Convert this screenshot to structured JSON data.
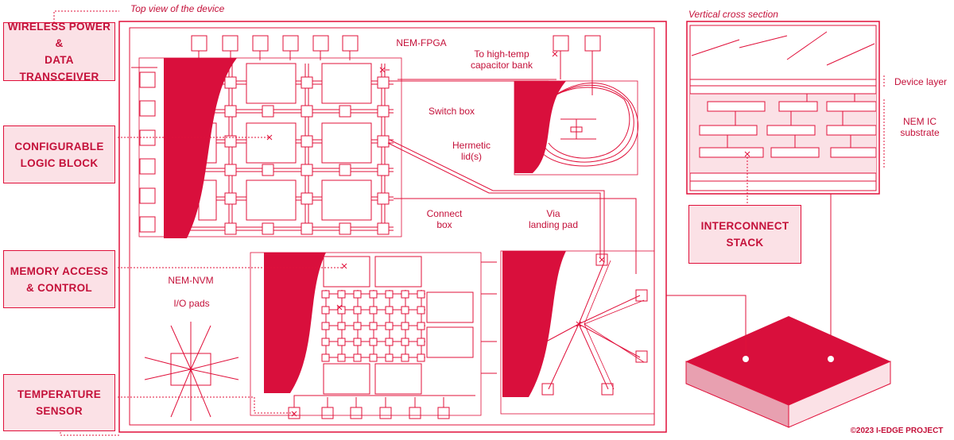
{
  "captions": {
    "top_view": "Top view of the device",
    "cross_section": "Vertical cross section"
  },
  "boxes": {
    "wireless": "WIRELESS POWER &\nDATA TRANSCEIVER",
    "clb": "CONFIGURABLE\nLOGIC BLOCK",
    "memory": "MEMORY ACCESS\n& CONTROL",
    "temperature": "TEMPERATURE\nSENSOR",
    "interconnect": "INTERCONNECT\nSTACK"
  },
  "labels": {
    "nem_fpga": "NEM-FPGA",
    "capacitor": "To high-temp\ncapacitor bank",
    "switch_box": "Switch box",
    "hermetic": "Hermetic\nlid(s)",
    "connect_box": "Connect\nbox",
    "via": "Via\nlanding pad",
    "nem_nvm": "NEM-NVM",
    "io_pads": "I/O pads",
    "device_layer": "Device layer",
    "nem_ic": "NEM IC\nsubstrate"
  },
  "copyright": "©2023 I-EDGE PROJECT",
  "colors": {
    "accent": "#e0103a",
    "fill": "#d90f3c",
    "pink": "#fbe1e6",
    "text": "#c4113a"
  }
}
